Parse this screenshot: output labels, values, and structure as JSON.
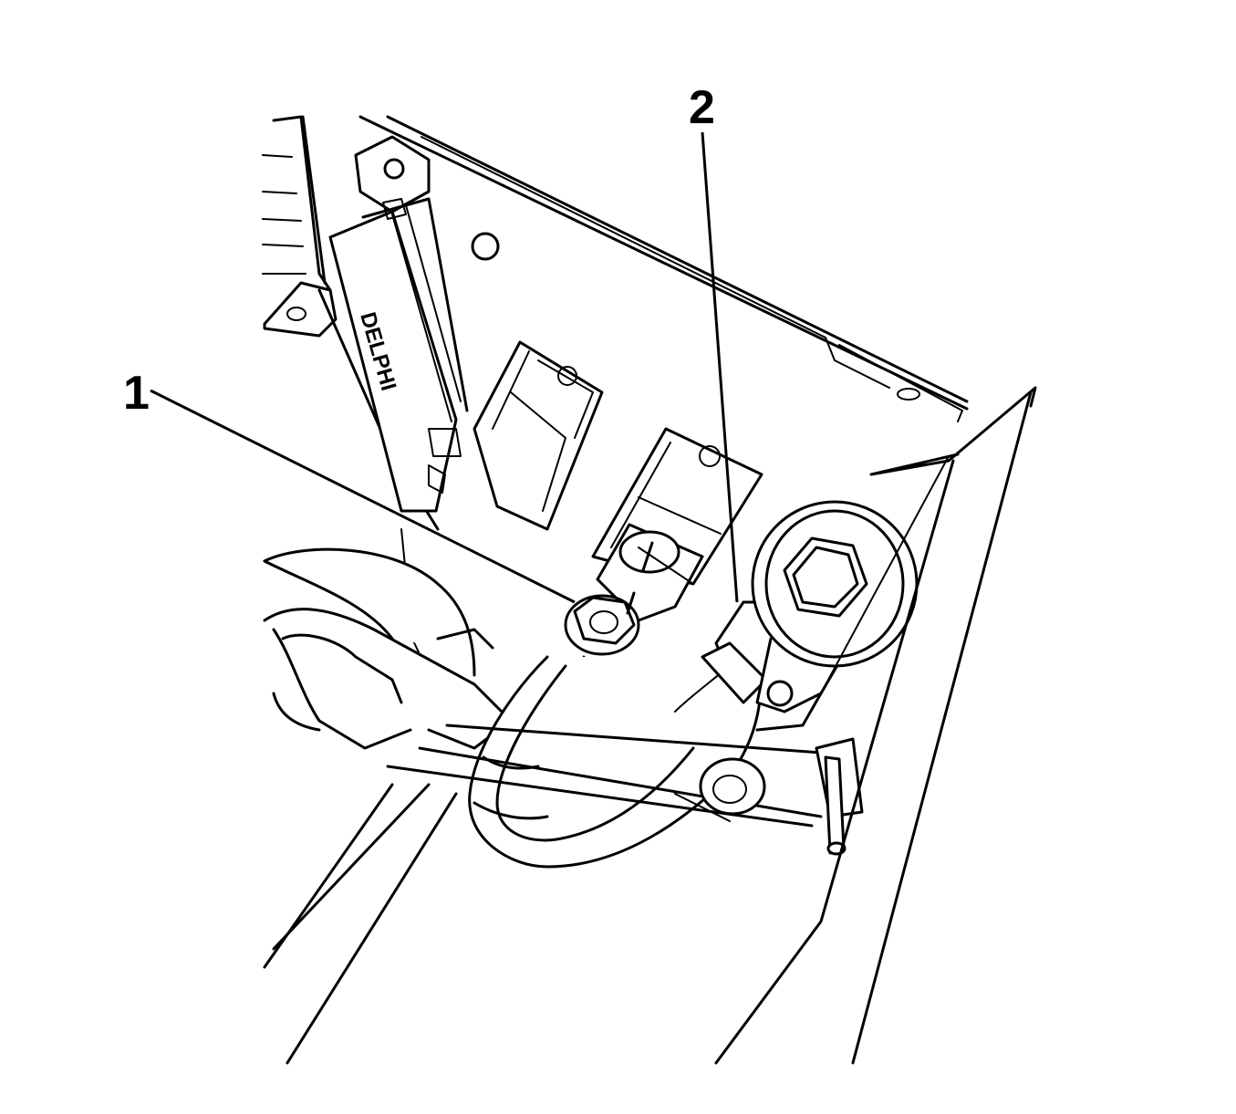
{
  "callouts": [
    {
      "label": "1"
    },
    {
      "label": "2"
    }
  ],
  "module_brand_text": "DELPHI",
  "colors": {
    "line": "#000000",
    "background": "#ffffff"
  }
}
